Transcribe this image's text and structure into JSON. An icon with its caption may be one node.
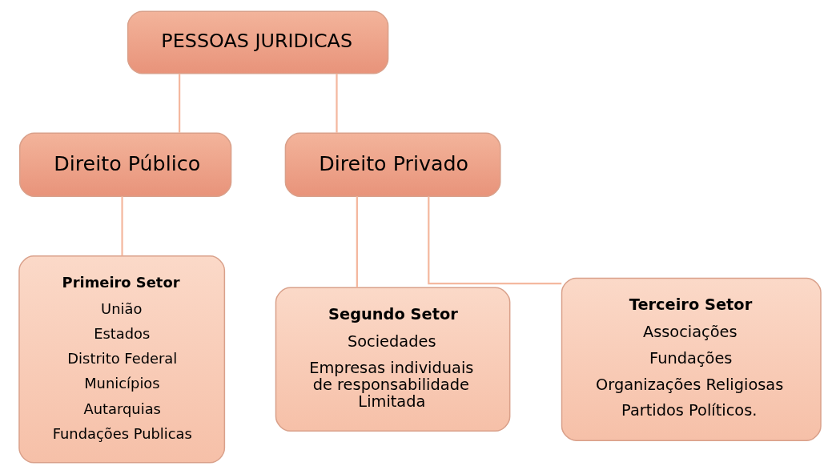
{
  "diagram": {
    "nodes": [
      {
        "text": [
          "PESSOAS JURIDICAS"
        ]
      },
      {
        "text": [
          "Direito Público"
        ]
      },
      {
        "text": [
          "Direito Privado"
        ]
      },
      {
        "text": [
          "Primeiro Setor",
          "União",
          "Estados",
          "Distrito Federal",
          "Municípios",
          "Autarquias",
          "Fundações Publicas"
        ]
      },
      {
        "text": [
          "Segundo Setor",
          "Sociedades",
          "Empresas individuais de responsabilidade Limitada"
        ]
      },
      {
        "text": [
          "Terceiro Setor",
          "Associações",
          "Fundações",
          "Organizações Religiosas",
          "Partidos Políticos."
        ]
      }
    ],
    "edges": [
      {
        "from": 0,
        "to": 1,
        "arrow": "none"
      },
      {
        "from": 0,
        "to": 2,
        "arrow": "none"
      },
      {
        "from": 1,
        "to": 3,
        "arrow": "none"
      },
      {
        "from": 2,
        "to": 4,
        "arrow": "none"
      },
      {
        "from": 2,
        "to": 5,
        "arrow": "none"
      }
    ]
  }
}
